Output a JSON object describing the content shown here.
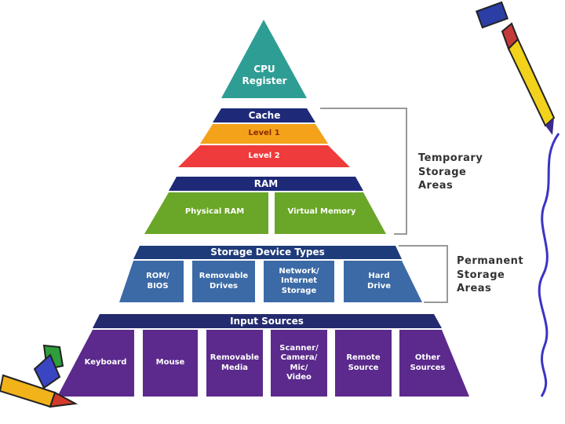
{
  "pyramid": {
    "cpu": "CPU\nRegister",
    "cache": {
      "title": "Cache",
      "level1": "Level 1",
      "level2": "Level 2"
    },
    "ram": {
      "title": "RAM",
      "physical": "Physical RAM",
      "virtual": "Virtual Memory"
    },
    "storage": {
      "title": "Storage Device Types",
      "items": [
        "ROM/\nBIOS",
        "Removable\nDrives",
        "Network/\nInternet\nStorage",
        "Hard\nDrive"
      ]
    },
    "input": {
      "title": "Input Sources",
      "items": [
        "Keyboard",
        "Mouse",
        "Removable\nMedia",
        "Scanner/\nCamera/\nMic/\nVideo",
        "Remote\nSource",
        "Other\nSources"
      ]
    }
  },
  "brackets": {
    "temporary": "Temporary\nStorage\nAreas",
    "permanent": "Permanent\nStorage\nAreas"
  },
  "colors": {
    "cpu": "#2e9e95",
    "cache_band": "#1e2a78",
    "level1": "#f5a21b",
    "level2": "#ef3b3b",
    "ram_band": "#1e2a78",
    "ram_green": "#6aa627",
    "storage_band": "#1e3b7a",
    "storage_blue": "#3c6aa6",
    "input_band": "#232a6e",
    "input_purple": "#5b2a8c",
    "bracket": "#999999"
  },
  "decorations": [
    "pencil-icon",
    "squiggle-line-icon",
    "crayon-icon"
  ]
}
